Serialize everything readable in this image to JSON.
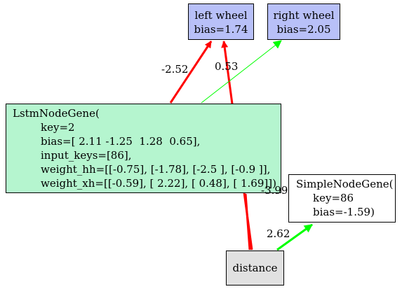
{
  "nodes": {
    "left_wheel": {
      "lines": [
        "left wheel",
        "bias=1.74"
      ],
      "fill": "#b8c0f8"
    },
    "right_wheel": {
      "lines": [
        "right wheel",
        "bias=2.05"
      ],
      "fill": "#b8c0f8"
    },
    "lstm": {
      "lines": [
        "LstmNodeGene(",
        "key=2",
        "bias=[ 2.11 -1.25  1.28  0.65],",
        "input_keys=[86],",
        "weight_hh=[[-0.75], [-1.78], [-2.5 ], [-0.9 ]],",
        "weight_xh=[[-0.59], [ 2.22], [ 0.48], [ 1.69]])"
      ],
      "fill": "#b5f5cf"
    },
    "simple": {
      "lines": [
        "SimpleNodeGene(",
        "key=86",
        "bias=-1.59)"
      ],
      "fill": "#ffffff"
    },
    "distance": {
      "lines": [
        "distance"
      ],
      "fill": "#e1e1e1"
    }
  },
  "edges": [
    {
      "from": "LstmNodeGene",
      "to": "left wheel",
      "label": "-2.52",
      "color": "#ff0000"
    },
    {
      "from": "distance",
      "to": "left wheel",
      "label": "0.53",
      "color": "#ff0000"
    },
    {
      "from": "LstmNodeGene",
      "to": "right wheel",
      "label": "",
      "color": "#00ff00"
    },
    {
      "from": "distance",
      "to": "LstmNodeGene",
      "label": "-3.99",
      "color": "#ff0000"
    },
    {
      "from": "distance",
      "to": "SimpleNodeGene",
      "label": "2.62",
      "color": "#00ff00"
    }
  ]
}
